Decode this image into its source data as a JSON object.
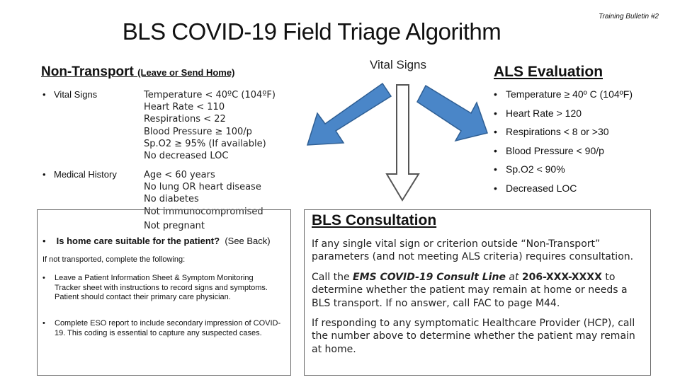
{
  "header": {
    "bulletin": "Training Bulletin #2",
    "title": "BLS COVID-19 Field Triage Algorithm",
    "vital_signs_center": "Vital Signs"
  },
  "non_transport": {
    "heading": "Non-Transport",
    "heading_sub": "(Leave or Send Home)",
    "vital_signs_label": "Vital Signs",
    "vital_signs_criteria": [
      "Temperature < 40ºC (104ºF)",
      "Heart Rate < 110",
      "Respirations < 22",
      "Blood Pressure ≥ 100/p",
      "Sp.O2 ≥ 95% (If available)",
      "No decreased LOC"
    ],
    "medical_history_label": "Medical History",
    "medical_history_criteria": [
      "Age < 60 years",
      "No lung OR heart disease",
      "No diabetes",
      "Not immunocompromised",
      "Not pregnant"
    ],
    "home_care_question": "Is home care suitable for the patient?",
    "home_care_note": "(See Back)",
    "if_not_transported": "If not transported, complete the following:",
    "instructions": [
      "Leave a Patient Information Sheet & Symptom Monitoring Tracker sheet with instructions to record signs and symptoms. Patient should contact their primary care physician.",
      "Complete ESO report to include secondary impression of COVID-19. This coding is essential to capture any suspected cases."
    ]
  },
  "als": {
    "heading": "ALS Evaluation",
    "criteria": [
      "Temperature ≥ 40º C (104ºF)",
      "Heart Rate > 120",
      "Respirations < 8 or >30",
      "Blood Pressure < 90/p",
      "Sp.O2 < 90%",
      "Decreased LOC"
    ]
  },
  "bls": {
    "heading": "BLS Consultation",
    "p1": "If any single vital sign or criterion outside “Non-Transport” parameters (and not meeting ALS criteria) requires consultation.",
    "p2_a": "Call the ",
    "p2_line": "EMS COVID-19 Consult Line",
    "p2_at": " at ",
    "p2_phone": "206-XXX-XXXX",
    "p2_b": " to determine whether the patient may remain at home or needs a BLS transport. If no answer, call FAC to page M44.",
    "p3": "If responding to any symptomatic Healthcare Provider (HCP), call the number above to determine whether the patient may remain at home."
  },
  "colors": {
    "arrow_fill": "#4a86c8",
    "arrow_stroke": "#2f5f94",
    "down_arrow_stroke": "#555555"
  }
}
